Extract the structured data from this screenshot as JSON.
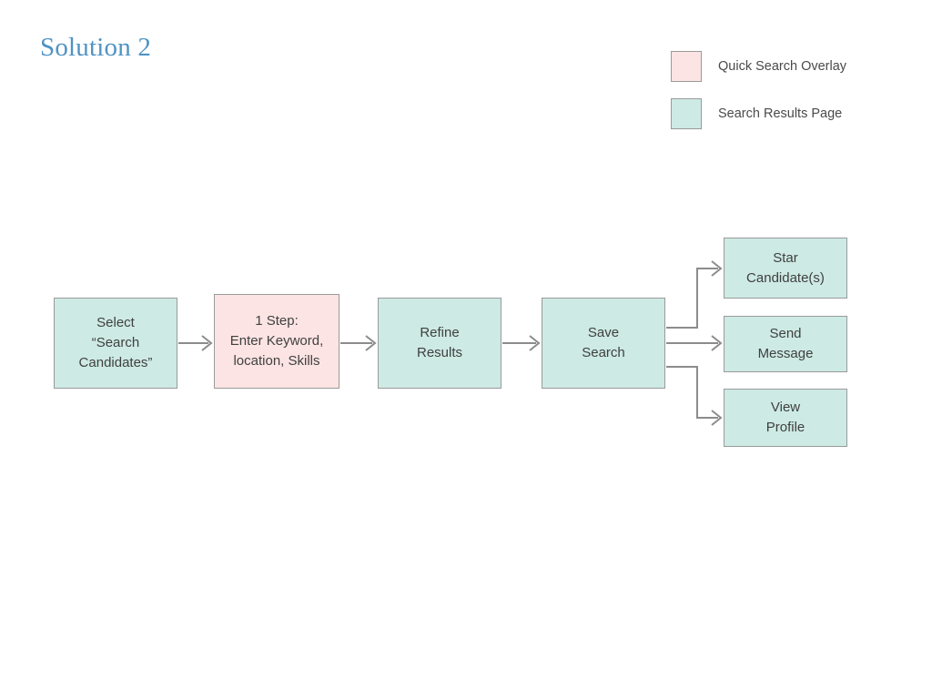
{
  "title": "Solution 2",
  "title_color": "#4f93c4",
  "background_color": "#ffffff",
  "legend": {
    "items": [
      {
        "label": "Quick Search Overlay",
        "color": "#fbe4e3",
        "border_color": "#9a9a9a"
      },
      {
        "label": "Search Results Page",
        "color": "#cdeae4",
        "border_color": "#9a9a9a"
      }
    ]
  },
  "diagram": {
    "node_text_color": "#404040",
    "connector_color": "#8c8c8c",
    "nodes": [
      {
        "id": "select-search-candidates",
        "label": "Select\n“Search\nCandidates”",
        "category": "Search Results Page",
        "color": "#cdeae4"
      },
      {
        "id": "one-step-enter-keyword",
        "label": "1 Step:\nEnter Keyword,\nlocation, Skills",
        "category": "Quick Search Overlay",
        "color": "#fbe4e3"
      },
      {
        "id": "refine-results",
        "label": "Refine\nResults",
        "category": "Search Results Page",
        "color": "#cdeae4"
      },
      {
        "id": "save-search",
        "label": "Save\nSearch",
        "category": "Search Results Page",
        "color": "#cdeae4"
      },
      {
        "id": "star-candidates",
        "label": "Star\nCandidate(s)",
        "category": "Search Results Page",
        "color": "#cdeae4"
      },
      {
        "id": "send-message",
        "label": "Send\nMessage",
        "category": "Search Results Page",
        "color": "#cdeae4"
      },
      {
        "id": "view-profile",
        "label": "View\nProfile",
        "category": "Search Results Page",
        "color": "#cdeae4"
      }
    ],
    "edges": [
      {
        "from": "select-search-candidates",
        "to": "one-step-enter-keyword"
      },
      {
        "from": "one-step-enter-keyword",
        "to": "refine-results"
      },
      {
        "from": "refine-results",
        "to": "save-search"
      },
      {
        "from": "save-search",
        "to": "star-candidates"
      },
      {
        "from": "save-search",
        "to": "send-message"
      },
      {
        "from": "save-search",
        "to": "view-profile"
      }
    ]
  }
}
